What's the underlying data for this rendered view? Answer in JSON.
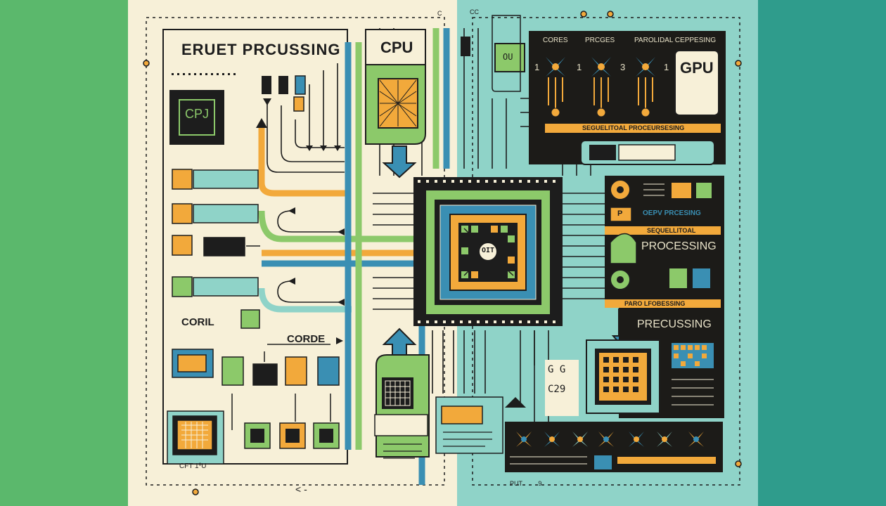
{
  "colors": {
    "bg_green": "#5bb86c",
    "bg_teal": "#2f9c8c",
    "cream": "#f7f0d8",
    "mint": "#8fd3c8",
    "dark": "#1c1b18",
    "orange": "#f2a93b",
    "blue": "#3a8fb3",
    "green": "#8cc96a"
  },
  "left_panel": {
    "title": "ERUET PRCUSSING",
    "chip_label": "CPJ",
    "section_label": "CORIL",
    "core_label": "CORDE",
    "bottom_chip_label": "CFT 1ºU",
    "corner_mark": "C"
  },
  "center": {
    "cpu_label": "CPU",
    "core_chip_label": "OIT",
    "top_mark": "CC",
    "bottom_arrows": "<  -"
  },
  "right_panel": {
    "headers": [
      "CORES",
      "PRCGES",
      "PAROLIDAL CEPPESING"
    ],
    "core_numbers": [
      "1",
      "1",
      "3",
      "1"
    ],
    "gpu_label": "GPU",
    "banner_1": "SEGUELITOAL PROCEURSESING",
    "cpu_badge": "OU",
    "p_label": "P",
    "gpu_processing": "OEPV PRCESING",
    "banner_2": "SEQUELLITOAL",
    "processing_1": "PROCESSING",
    "banner_3": "PARO LFOBESSING",
    "processing_2": "PRECUSSING",
    "small_marks": [
      "G  G",
      "C29"
    ],
    "bottom_mark": "PUT         9"
  }
}
